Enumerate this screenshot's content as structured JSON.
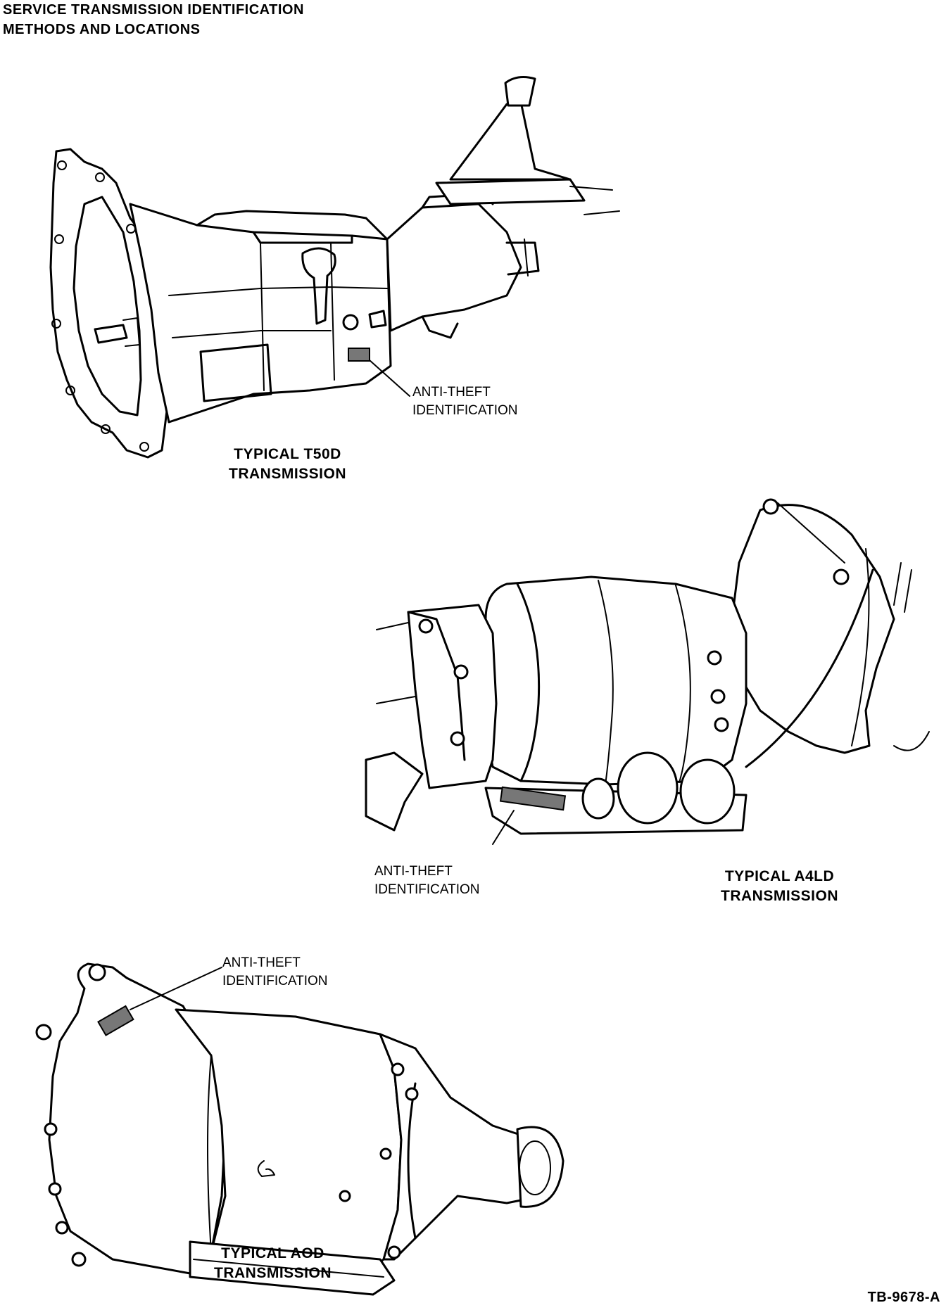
{
  "title": {
    "line1": "SERVICE TRANSMISSION IDENTIFICATION",
    "line2": "METHODS AND LOCATIONS"
  },
  "t50d": {
    "callout_line1": "ANTI-THEFT",
    "callout_line2": "IDENTIFICATION",
    "caption_line1": "TYPICAL T50D",
    "caption_line2": "TRANSMISSION"
  },
  "a4ld": {
    "callout_line1": "ANTI-THEFT",
    "callout_line2": "IDENTIFICATION",
    "caption_line1": "TYPICAL A4LD",
    "caption_line2": "TRANSMISSION"
  },
  "aod": {
    "callout_line1": "ANTI-THEFT",
    "callout_line2": "IDENTIFICATION",
    "caption_line1": "TYPICAL AOD",
    "caption_line2": "TRANSMISSION"
  },
  "figure_ref": "TB-9678-A"
}
